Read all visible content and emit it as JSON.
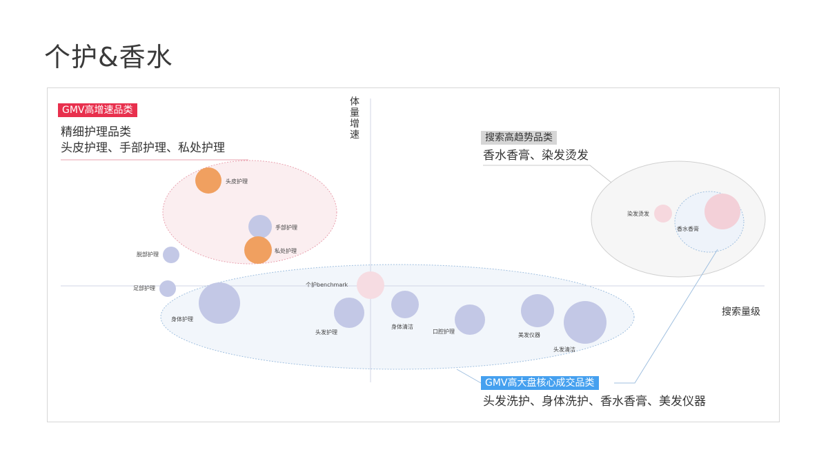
{
  "page": {
    "title": "个护&香水"
  },
  "tags": {
    "gmv_high_growth": "GMV高增速品类",
    "search_high_trend": "搜索高趋势品类",
    "gmv_core": "GMV高大盘核心成交品类"
  },
  "descriptions": {
    "fine_care_title": "精细护理品类",
    "fine_care_items": "头皮护理、手部护理、私处护理",
    "search_trend_items": "香水香膏、染发烫发",
    "core_items": "头发洗护、身体洗护、香水香膏、美发仪器"
  },
  "chart_data": {
    "type": "scatter",
    "xlabel": "搜索量级",
    "ylabel": "体量增速",
    "points": [
      {
        "label": "头皮护理",
        "color": "#f0a060"
      },
      {
        "label": "手部护理",
        "color": "#c3c8e6"
      },
      {
        "label": "私处护理",
        "color": "#f0a060"
      },
      {
        "label": "脱部护理",
        "color": "#c3c8e6"
      },
      {
        "label": "足部护理",
        "color": "#c3c8e6"
      },
      {
        "label": "身体护理",
        "color": "#c3c8e6"
      },
      {
        "label": "个护benchmark",
        "color": "#f6dce2"
      },
      {
        "label": "头发护理",
        "color": "#c3c8e6"
      },
      {
        "label": "身体清洁",
        "color": "#c3c8e6"
      },
      {
        "label": "口腔护理",
        "color": "#c3c8e6"
      },
      {
        "label": "美发仪器",
        "color": "#c3c8e6"
      },
      {
        "label": "头发清洁",
        "color": "#c3c8e6"
      },
      {
        "label": "染发烫发",
        "color": "#f6d8de"
      },
      {
        "label": "香水香膏",
        "color": "#f3d0d8"
      }
    ]
  }
}
